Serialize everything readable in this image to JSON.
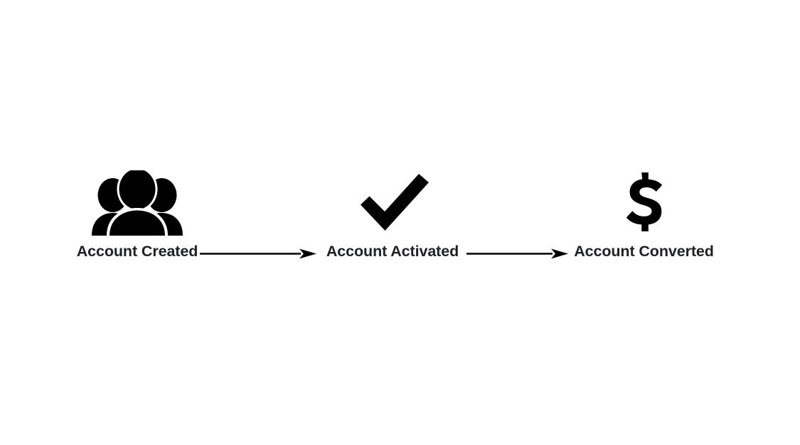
{
  "diagram": {
    "type": "funnel-flow",
    "orientation": "horizontal",
    "background_color": "#ffffff",
    "text_color": "#202124",
    "icon_color": "#000000",
    "arrow_color": "#000000",
    "stages": [
      {
        "id": "account-created",
        "label": "Account Created",
        "icon": "people-group-icon"
      },
      {
        "id": "account-activated",
        "label": "Account Activated",
        "icon": "check-mark-icon"
      },
      {
        "id": "account-converted",
        "label": "Account Converted",
        "icon": "dollar-sign-icon"
      }
    ],
    "connectors": [
      {
        "id": "connector-created-to-activated",
        "from": "account-created",
        "to": "account-activated",
        "style": "solid-line-with-filled-arrowhead"
      },
      {
        "id": "connector-activated-to-converted",
        "from": "account-activated",
        "to": "account-converted",
        "style": "solid-line-with-filled-arrowhead"
      }
    ]
  }
}
